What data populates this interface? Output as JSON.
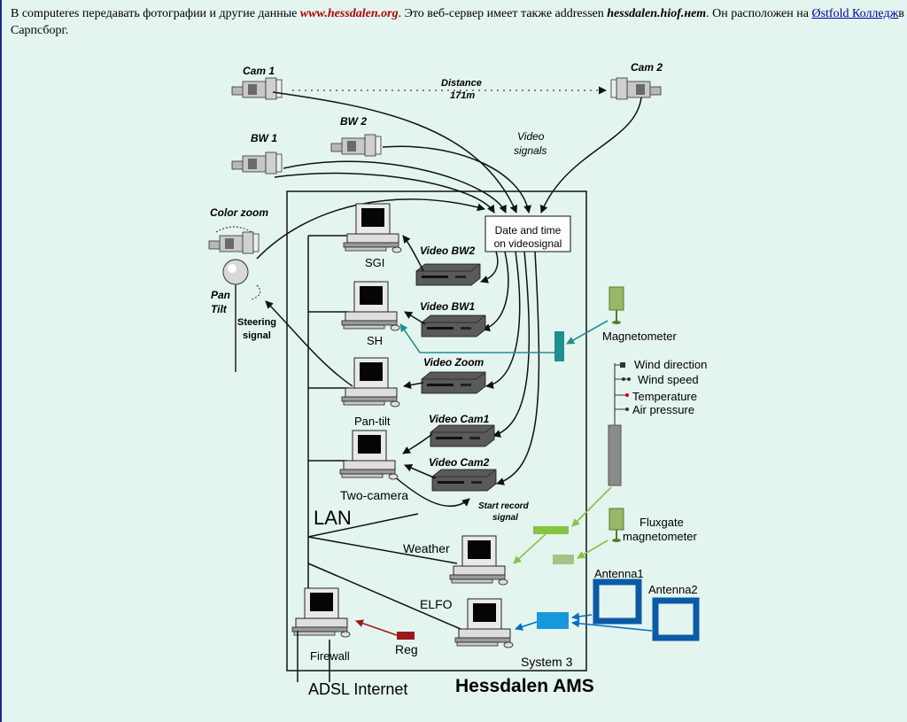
{
  "intro": {
    "text1": "В computeres передавать фотографии и другие данные ",
    "site": "www.hessdalen.org",
    "text2": ". Это веб-сервер имеет также addressen ",
    "host": "hessdalen.hiof.нет",
    "text3": ". Он расположен на ",
    "link": "Østfold Колледж",
    "text4": "в Сарпсборг."
  },
  "diagram": {
    "cameras": {
      "cam1": "Cam 1",
      "cam2": "Cam 2",
      "bw1": "BW 1",
      "bw2": "BW 2",
      "color_zoom": "Color zoom",
      "pan": "Pan",
      "tilt": "Tilt"
    },
    "distance": "Distance",
    "distance_value": "171m",
    "video_signals": [
      "Video",
      "signals"
    ],
    "steering": [
      "Steering",
      "signal"
    ],
    "datetime": [
      "Date and time",
      "on videosignal"
    ],
    "video_labels": {
      "bw2": "Video BW2",
      "bw1": "Video BW1",
      "zoom": "Video Zoom",
      "cam1": "Video Cam1",
      "cam2": "Video Cam2"
    },
    "start_record": [
      "Start record",
      "signal"
    ],
    "computers": {
      "sgi": "SGI",
      "sh": "SH",
      "pantilt": "Pan-tilt",
      "twocam": "Two-camera",
      "weather": "Weather",
      "elfo": "ELFO",
      "firewall": "Firewall",
      "system3": "System 3"
    },
    "lan": "LAN",
    "reg": "Reg",
    "adsl": "ADSL Internet",
    "title": "Hessdalen AMS",
    "sensors": {
      "magnetometer": "Magnetometer",
      "wind_direction": "Wind direction",
      "wind_speed": "Wind speed",
      "temperature": "Temperature",
      "air_pressure": "Air pressure",
      "fluxgate": [
        "Fluxgate",
        "magnetometer"
      ],
      "antenna1": "Antenna1",
      "antenna2": "Antenna2"
    },
    "colors": {
      "teal": "#1f9090",
      "green": "#86c440",
      "blue": "#0070c0",
      "red": "#9b1b1b",
      "navy": "#0b5aa6",
      "pole": "#8a8a8a"
    }
  }
}
